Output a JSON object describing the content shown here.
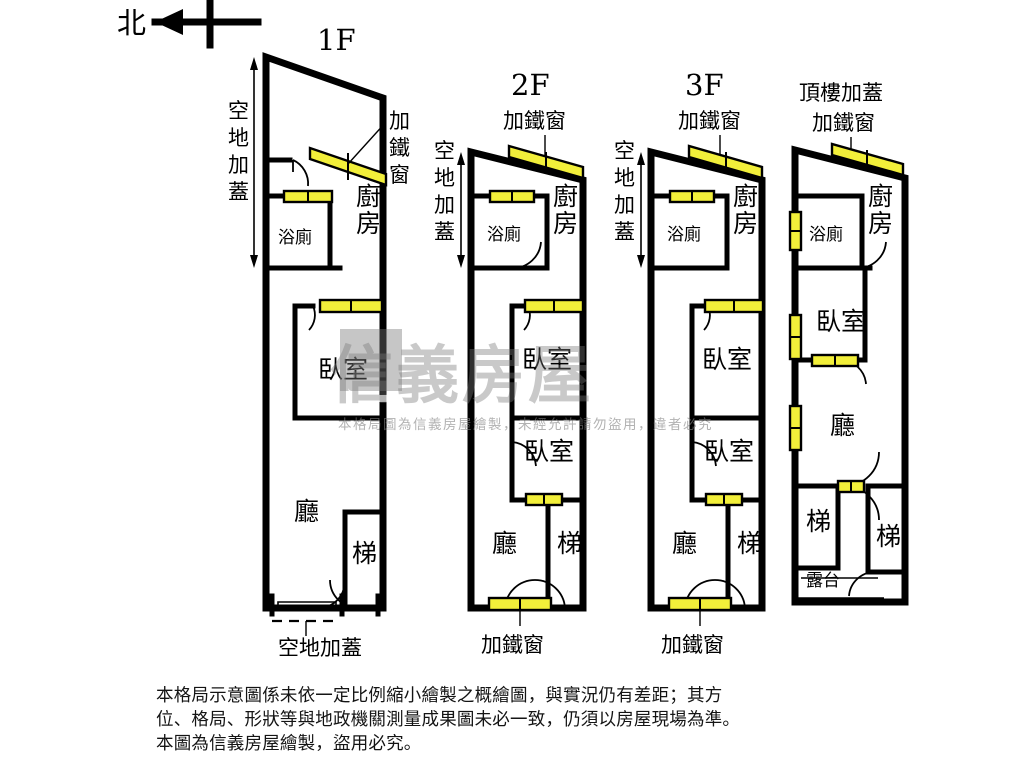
{
  "compass": {
    "label": "北",
    "icon": "north-arrow-icon"
  },
  "floors": [
    {
      "id": "1f",
      "title": "1F",
      "left_callout": "空地加蓋",
      "right_callout": "加鐵窗",
      "bottom_callout": "空地加蓋",
      "rooms": [
        "廚房",
        "浴廁",
        "臥室",
        "廳",
        "梯"
      ]
    },
    {
      "id": "2f",
      "title": "2F",
      "top_callout": "加鐵窗",
      "left_callout": "空地加蓋",
      "bottom_callout": "加鐵窗",
      "rooms": [
        "廚房",
        "浴廁",
        "臥室",
        "臥室",
        "廳",
        "梯"
      ]
    },
    {
      "id": "3f",
      "title": "3F",
      "top_callout": "加鐵窗",
      "left_callout": "空地加蓋",
      "bottom_callout": "加鐵窗",
      "rooms": [
        "廚房",
        "浴廁",
        "臥室",
        "臥室",
        "廳",
        "梯"
      ]
    },
    {
      "id": "roof",
      "title": "頂樓加蓋",
      "top_callout": "加鐵窗",
      "rooms": [
        "廚房",
        "浴廁",
        "臥室",
        "廳",
        "梯",
        "梯",
        "露台"
      ]
    }
  ],
  "labels": {
    "kitchen": "廚房",
    "bathroom": "浴廁",
    "bedroom": "臥室",
    "living": "廳",
    "stairs": "梯",
    "balcony": "露台",
    "vacant_cover": "空地加蓋",
    "iron_window": "加鐵窗",
    "roof_addition": "頂樓加蓋"
  },
  "watermark": {
    "brand": "信義房屋",
    "notice": "本格局圖為信義房屋繪製，未經允許請勿盜用，違者必究"
  },
  "disclaimer": {
    "line1": "本格局示意圖係未依一定比例縮小繪製之概繪圖，與實況仍有差距；其方",
    "line2": "位、格局、形狀等與地政機關測量成果圖未必一致，仍須以房屋現場為準。",
    "line3": "本圖為信義房屋繪製，盜用必究。"
  },
  "colors": {
    "wall": "#000000",
    "window_fill": "#f2ef3a",
    "background": "#ffffff",
    "watermark": "#787878"
  }
}
